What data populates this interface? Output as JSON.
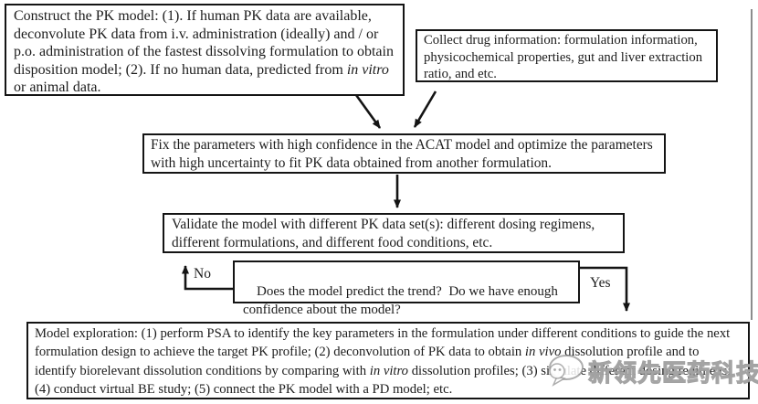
{
  "flowchart": {
    "boxes": {
      "construct": {
        "part1": "Construct the PK model: (1). If human PK data are available, deconvolute PK data from i.v. administration (ideally) and / or p.o. administration of the fastest dissolving formulation to obtain disposition model; (2). If no human data, predicted from ",
        "italic1": "in vitro",
        "part2": " or animal data."
      },
      "collect": {
        "text": "Collect drug information: formulation information, physicochemical properties, gut and liver extraction ratio, and etc."
      },
      "fix": {
        "text": "Fix the parameters with high confidence in the ACAT model and optimize the parameters with high uncertainty to fit PK data obtained from another formulation."
      },
      "validate": {
        "text": "Validate the model with different PK data set(s): different dosing regimens, different formulations, and different food conditions, etc."
      },
      "decision": {
        "text": "Does the model predict the trend?  Do we have enough confidence about the model?"
      },
      "exploration": {
        "part1": "Model exploration: (1) perform PSA to identify the key parameters in the formulation under different conditions to guide the next formulation design to achieve the target PK profile; (2) deconvolution of PK data to obtain ",
        "italic1": "in vivo",
        "part2": " dissolution profile and to identify biorelevant dissolution conditions by comparing with ",
        "italic2": "in vitro",
        "part3": " dissolution profiles; (3) simulate different dosing regimens; (4) conduct virtual BE study; (5) connect the PK model with a PD model; etc."
      }
    },
    "labels": {
      "no": "No",
      "yes": "Yes"
    },
    "watermark": {
      "text": "新领先医药科技"
    },
    "colors": {
      "line": "#141414",
      "text": "#1c1c1c",
      "page_edge": "#6f6f6f",
      "watermark_stroke": "#878787"
    }
  }
}
